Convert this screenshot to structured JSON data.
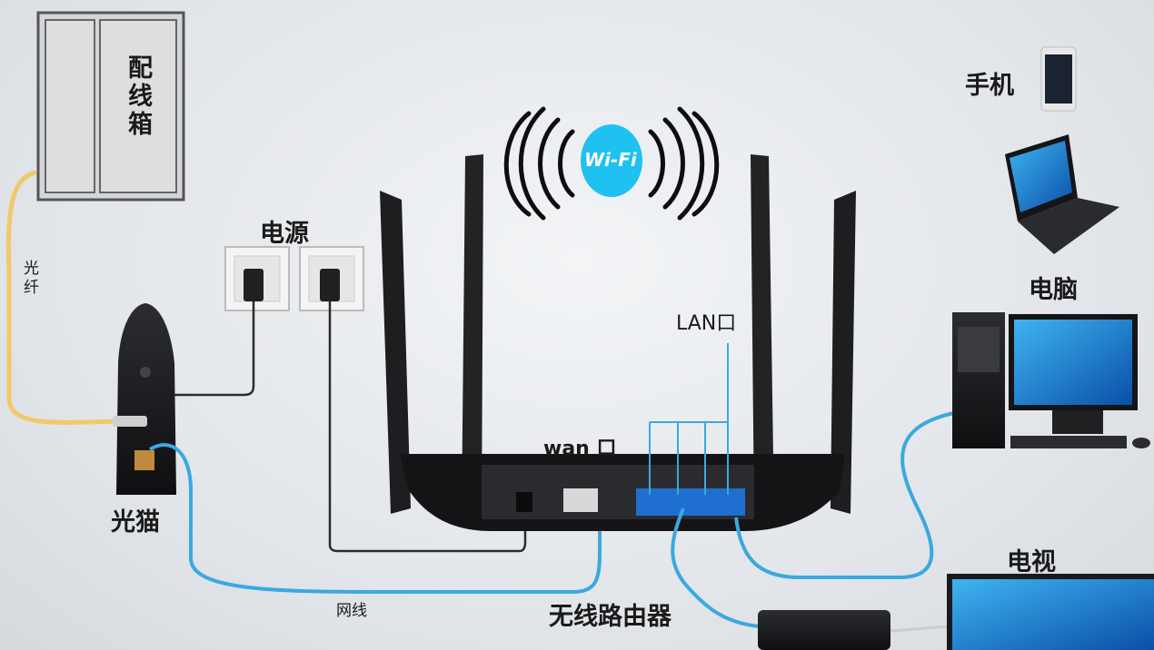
{
  "labels": {
    "patch_box": "配线箱",
    "fiber": "光纤",
    "power": "电源",
    "modem": "光猫",
    "cable": "网线",
    "router": "无线路由器",
    "wan": "wan 口",
    "lan": "LAN口",
    "phone": "手机",
    "computer": "电脑",
    "tv": "电视",
    "wifi": "Wi-Fi"
  },
  "colors": {
    "fiber": "#f2c96a",
    "ethernet": "#3aa9de",
    "power_cord": "#2b2b2b",
    "wifi_badge": "#1fc1f0",
    "device_body": "#1e1e20"
  },
  "icons": [
    "wifi-icon",
    "phone-icon",
    "laptop-icon",
    "desktop-icon",
    "tv-icon",
    "router-icon",
    "modem-icon",
    "outlet-icon",
    "patch-box-icon",
    "set-top-box-icon"
  ]
}
